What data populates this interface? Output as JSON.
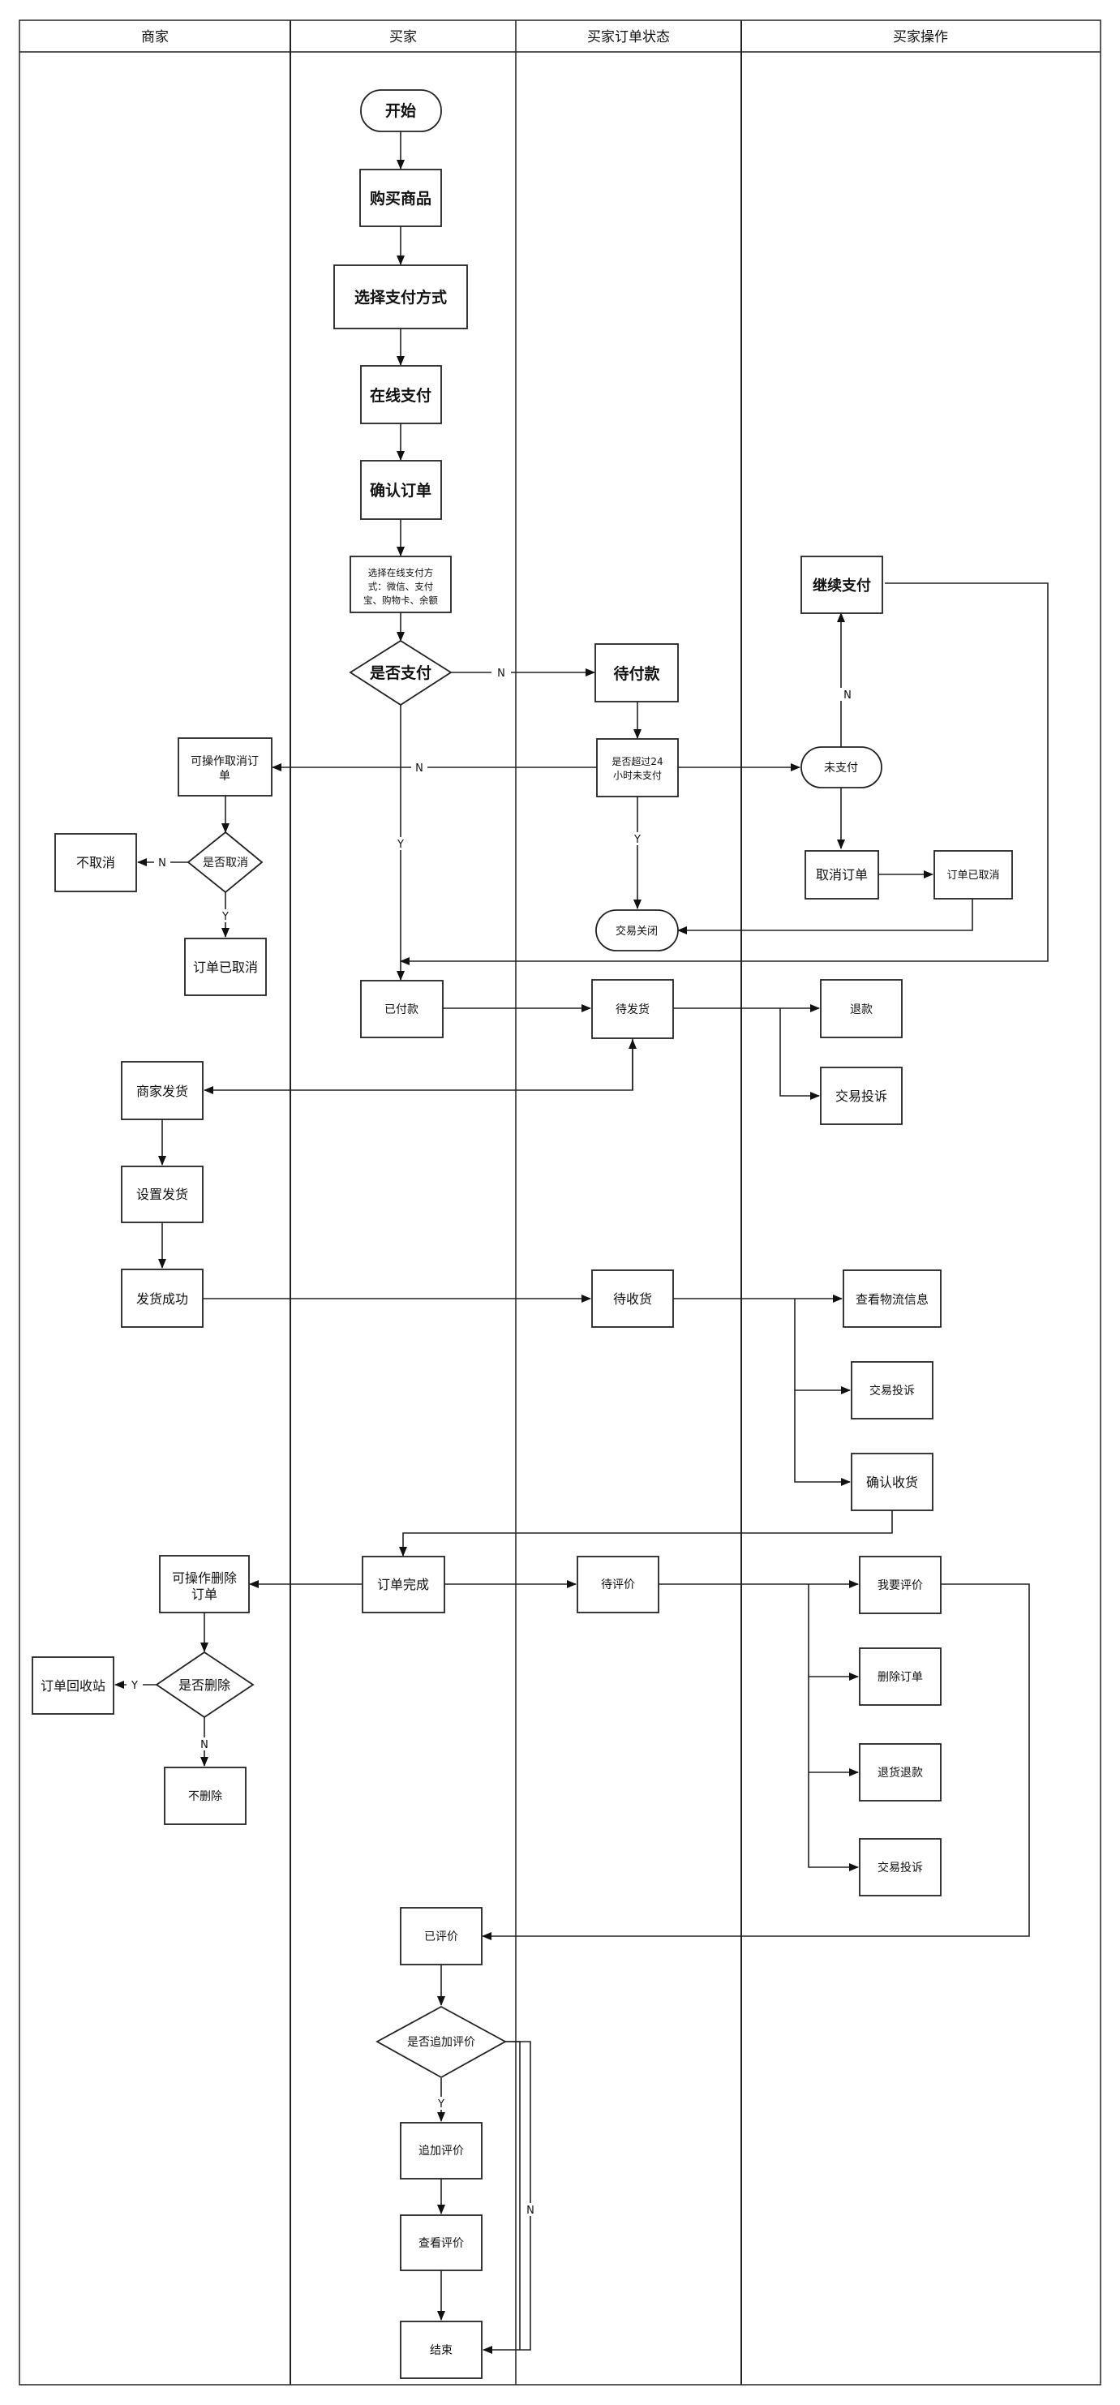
{
  "lanes": [
    {
      "id": "merchant",
      "title": "商家"
    },
    {
      "id": "buyer",
      "title": "买家"
    },
    {
      "id": "status",
      "title": "买家订单状态"
    },
    {
      "id": "ops",
      "title": "买家操作"
    }
  ],
  "nodes": {
    "start": "开始",
    "buy": "购买商品",
    "choose_pay": "选择支付方式",
    "online_pay": "在线支付",
    "confirm_order": "确认订单",
    "pay_methods": [
      "选择在线支付方",
      "式：微信、支付",
      "宝、购物卡、余额"
    ],
    "is_paid": "是否支付",
    "pending_pay": "待付款",
    "over24": [
      "是否超过24",
      "小时未支付"
    ],
    "unpaid": "未支付",
    "continue_pay": "继续支付",
    "cancel_order": "取消订单",
    "order_cancelled": "订单已取消",
    "trade_closed": "交易关闭",
    "can_cancel": [
      "可操作取消订",
      "单"
    ],
    "is_cancel": "是否取消",
    "not_cancel": "不取消",
    "order_cancelled2": "订单已取消",
    "paid": "已付款",
    "pending_ship": "待发货",
    "refund": "退款",
    "complaint1": "交易投诉",
    "merchant_ship": "商家发货",
    "set_ship": "设置发货",
    "ship_ok": "发货成功",
    "pending_receive": "待收货",
    "logistics": "查看物流信息",
    "complaint2": "交易投诉",
    "confirm_receive": "确认收货",
    "order_done": "订单完成",
    "can_delete": [
      "可操作删除",
      "订单"
    ],
    "is_delete": "是否删除",
    "recycle": "订单回收站",
    "not_delete": "不删除",
    "pending_review": "待评价",
    "want_review": "我要评价",
    "delete_order": "删除订单",
    "return_refund": "退货退款",
    "complaint3": "交易投诉",
    "reviewed": "已评价",
    "add_review_q": "是否追加评价",
    "add_review": "追加评价",
    "view_review": "查看评价",
    "end": "结束"
  },
  "edge_labels": {
    "yes": "Y",
    "no": "N"
  }
}
